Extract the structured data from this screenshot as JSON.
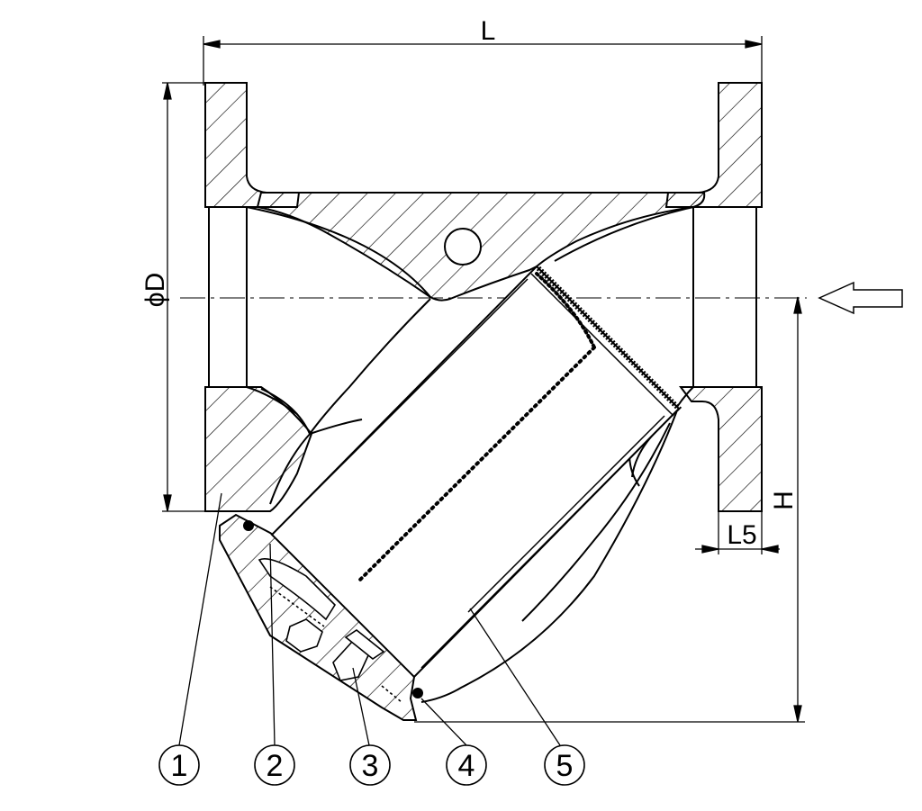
{
  "dimensions": {
    "length": "L",
    "flange_diameter": "D",
    "diameter_symbol": "ϕ",
    "height": "H",
    "flange_thickness": "L5"
  },
  "callouts": [
    "1",
    "2",
    "3",
    "4",
    "5"
  ],
  "colors": {
    "line": "#000000",
    "background": "#ffffff"
  },
  "icons": {
    "flow_arrow": "flow-direction-arrow-icon"
  }
}
